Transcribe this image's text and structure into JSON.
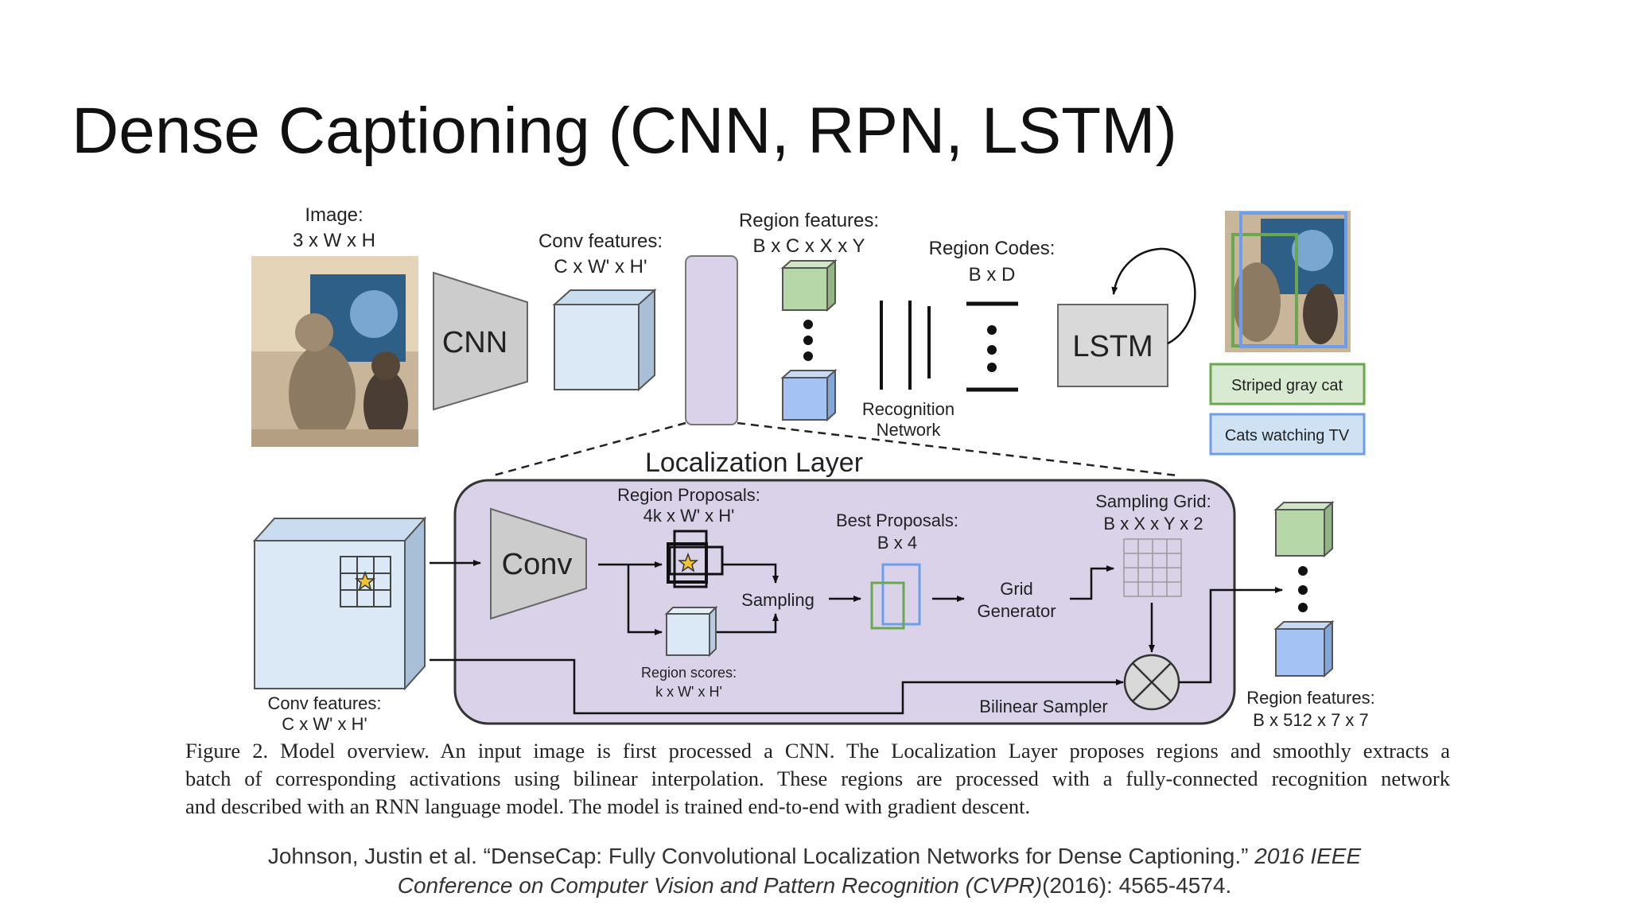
{
  "slide": {
    "title": "Dense Captioning (CNN, RPN, LSTM)"
  },
  "diagram": {
    "image_label": [
      "Image:",
      "3 x W x H"
    ],
    "cnn_label": "CNN",
    "conv_features_top": [
      "Conv features:",
      "C x W' x H'"
    ],
    "region_features_top": [
      "Region features:",
      "B x C x X x Y"
    ],
    "region_codes": [
      "Region Codes:",
      "B x D"
    ],
    "recognition_network": [
      "Recognition",
      "Network"
    ],
    "lstm_label": "LSTM",
    "output_captions": [
      {
        "text": "Striped gray cat",
        "color": "#6aa84f"
      },
      {
        "text": "Cats watching TV",
        "color": "#6d9eeb"
      }
    ],
    "localization_layer": "Localization Layer",
    "conv_features_bottom": [
      "Conv features:",
      "C x W' x H'"
    ],
    "conv_label": "Conv",
    "region_proposals": [
      "Region Proposals:",
      "4k x W' x H'"
    ],
    "region_scores": [
      "Region scores:",
      "k x W' x H'"
    ],
    "sampling": "Sampling",
    "best_proposals": [
      "Best Proposals:",
      "B x 4"
    ],
    "grid_generator": [
      "Grid",
      "Generator"
    ],
    "sampling_grid": [
      "Sampling Grid:",
      "B x X x Y x 2"
    ],
    "bilinear_sampler": "Bilinear Sampler",
    "region_features_bottom": [
      "Region features:",
      "B x 512 x 7 x 7"
    ],
    "colors": {
      "green_box": "#b6d7a8",
      "blue_box": "#a4c2f4",
      "light_blue_box": "#dbe9f6",
      "purple_panel": "#d9d2e9",
      "gray_shape": "#cccccc"
    }
  },
  "caption": {
    "lines": [
      "Figure 2. Model overview. An input image is first processed a CNN. The Localization Layer proposes regions and smoothly extracts a",
      "batch of corresponding activations using bilinear interpolation. These regions are processed with a fully-connected recognition network",
      "and described with an RNN language model. The model is trained end-to-end with gradient descent."
    ]
  },
  "citation": {
    "part1": "Johnson, Justin et al. “DenseCap: Fully Convolutional Localization Networks for Dense Captioning.” ",
    "part2_italic_a": "2016 IEEE",
    "part2_italic_b": "Conference on Computer Vision and Pattern Recognition (CVPR)",
    "part3": "(2016): 4565-4574."
  }
}
